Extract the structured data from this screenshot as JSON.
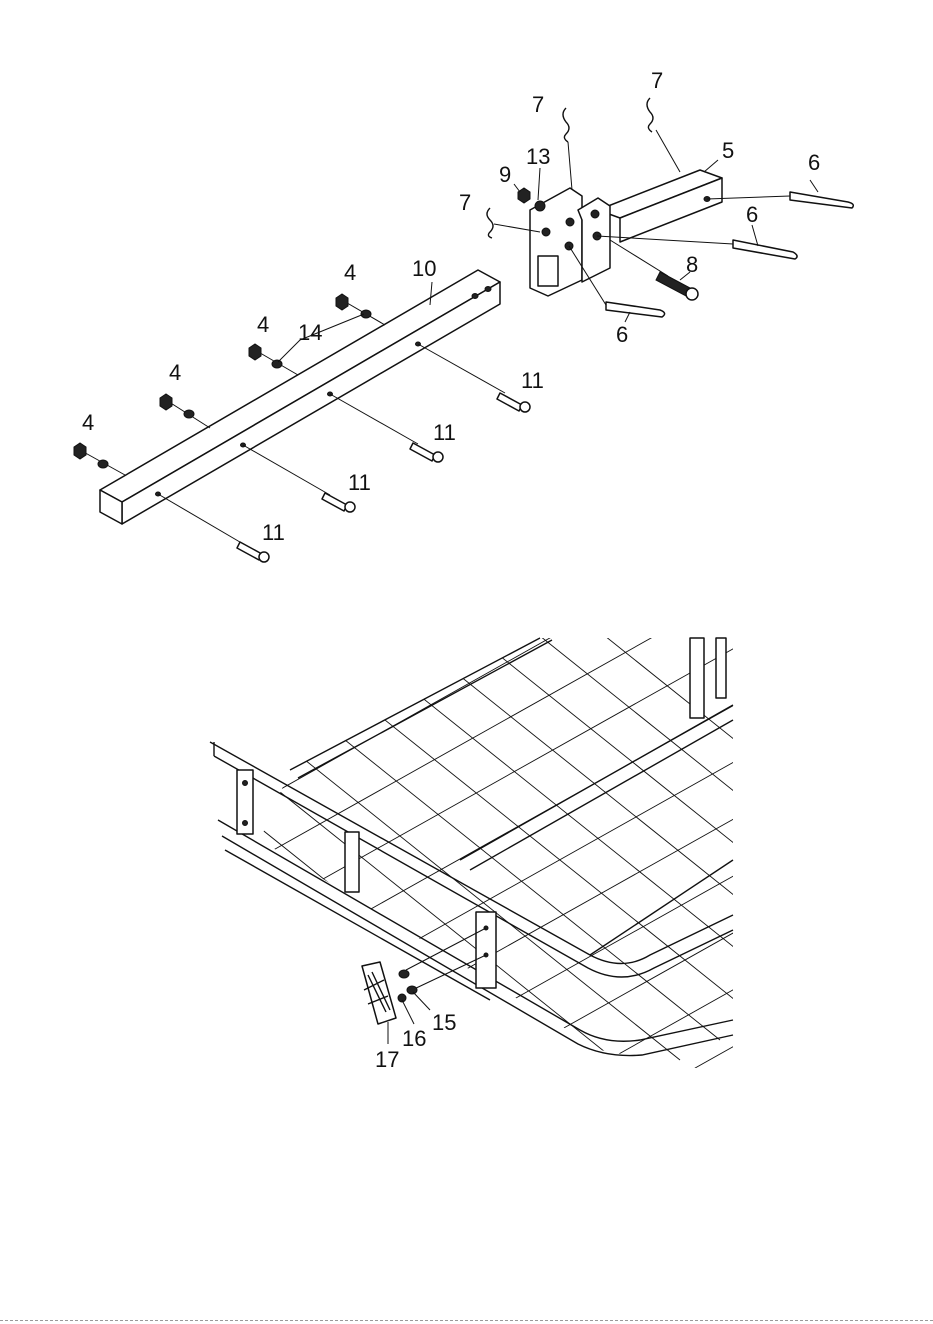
{
  "callouts": {
    "hitch": [
      {
        "id": "c-7a",
        "text": "7"
      },
      {
        "id": "c-7b",
        "text": "7"
      },
      {
        "id": "c-13",
        "text": "13"
      },
      {
        "id": "c-9",
        "text": "9"
      },
      {
        "id": "c-5",
        "text": "5"
      },
      {
        "id": "c-6a",
        "text": "6"
      },
      {
        "id": "c-7c",
        "text": "7"
      },
      {
        "id": "c-6b",
        "text": "6"
      },
      {
        "id": "c-8",
        "text": "8"
      },
      {
        "id": "c-6c",
        "text": "6"
      },
      {
        "id": "c-4a",
        "text": "4"
      },
      {
        "id": "c-10",
        "text": "10"
      },
      {
        "id": "c-4b",
        "text": "4"
      },
      {
        "id": "c-14",
        "text": "14"
      },
      {
        "id": "c-4c",
        "text": "4"
      },
      {
        "id": "c-11a",
        "text": "11"
      },
      {
        "id": "c-4d",
        "text": "4"
      },
      {
        "id": "c-11b",
        "text": "11"
      },
      {
        "id": "c-11c",
        "text": "11"
      },
      {
        "id": "c-11d",
        "text": "11"
      }
    ],
    "basket": [
      {
        "id": "c-15",
        "text": "15"
      },
      {
        "id": "c-16",
        "text": "16"
      },
      {
        "id": "c-17",
        "text": "17"
      }
    ]
  }
}
